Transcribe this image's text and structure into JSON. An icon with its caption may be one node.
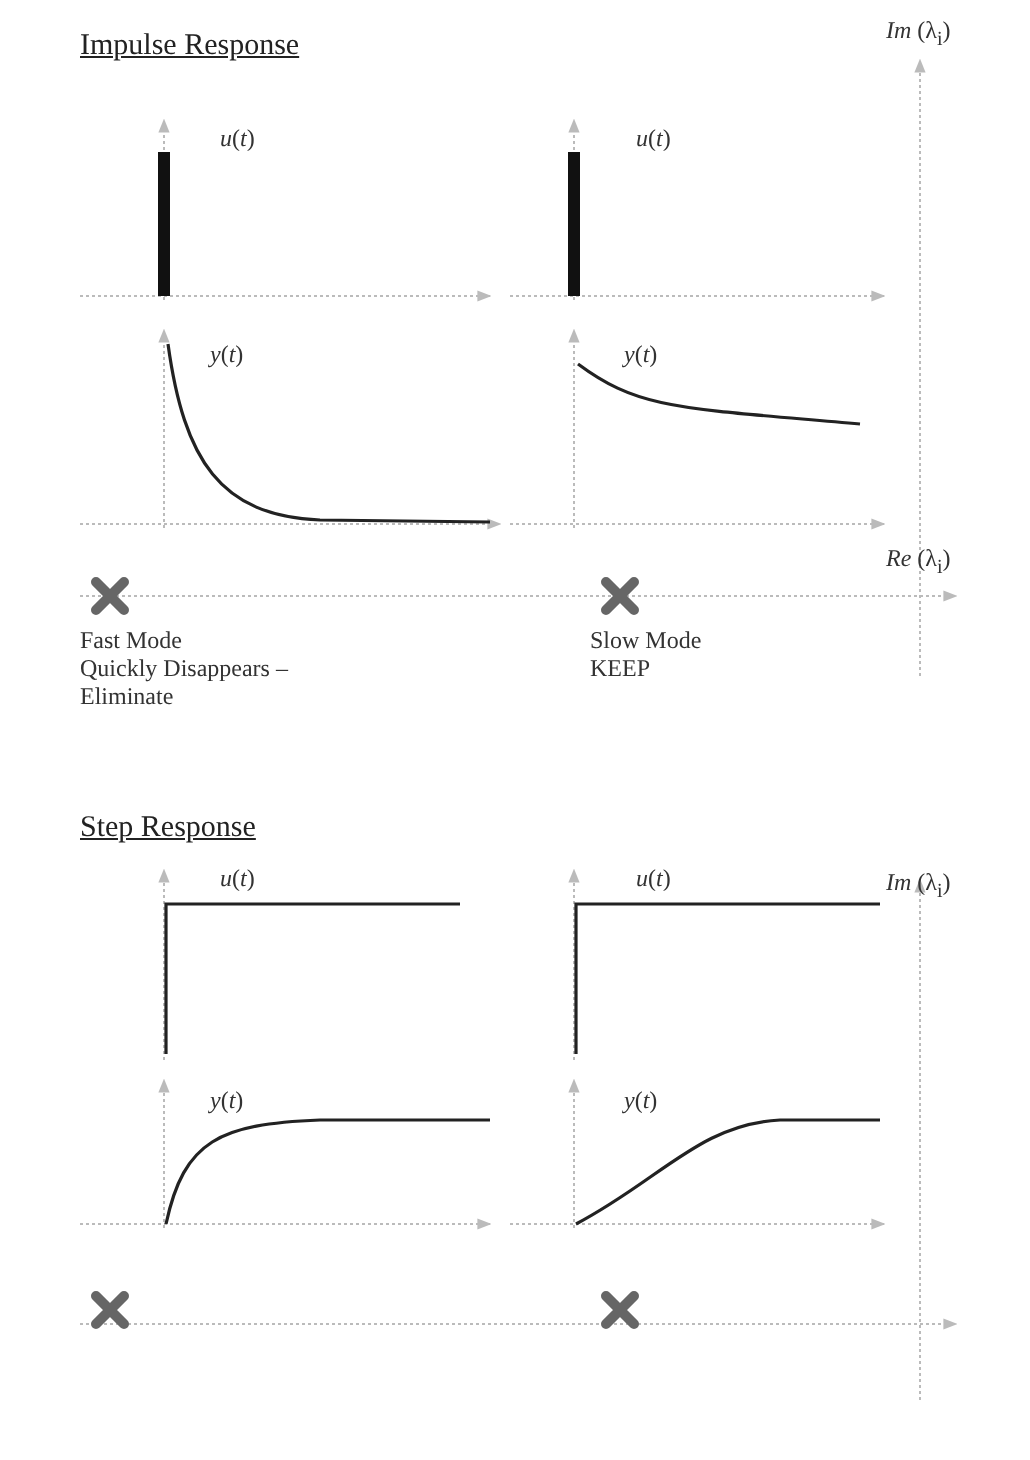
{
  "diagram": {
    "labels": [
      "Impulse Response",
      "*Im* (λ$_{i}$)",
      "*u*(*t*)",
      "*u*(*t*)",
      "*y*(*t*)",
      "*y*(*t*)",
      "*Re* (λ$_{i}$)",
      "Fast Mode",
      "Slow Mode",
      "Quickly Disappears – Eliminate",
      "KEEP",
      "Step Response",
      "*u*(*t*)",
      "*u*(*t*)",
      "*Im* (λ$_{i}$)",
      "*y*(*t*)",
      "*y*(*t*)"
    ]
  }
}
